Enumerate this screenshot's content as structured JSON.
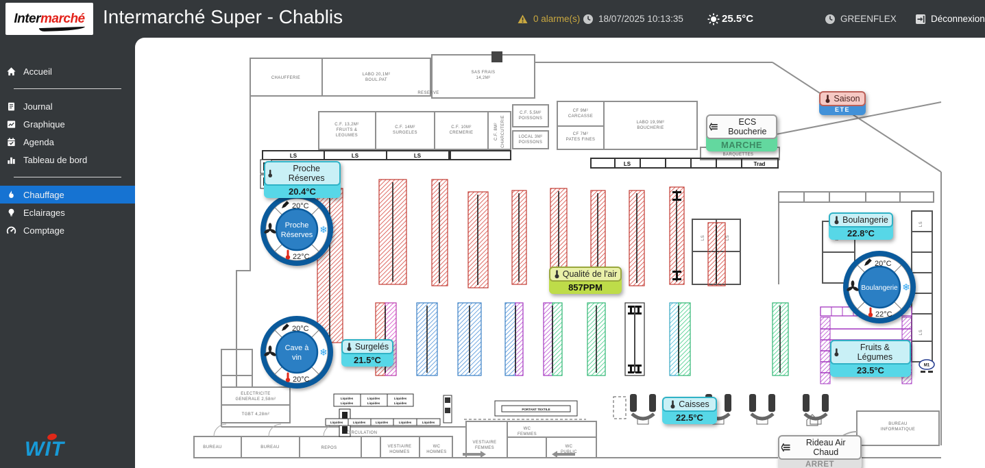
{
  "header": {
    "logo_black": "Inter",
    "logo_red": "marché",
    "title": "Intermarché Super - Chablis",
    "alarms": "0 alarme(s)",
    "datetime": "18/07/2025 10:13:35",
    "outdoor_temp": "25.5°C",
    "account": "GREENFLEX",
    "logout": "Déconnexion"
  },
  "sidebar": {
    "items": [
      {
        "label": "Accueil"
      },
      {
        "label": "Journal"
      },
      {
        "label": "Graphique"
      },
      {
        "label": "Agenda"
      },
      {
        "label": "Tableau de bord"
      },
      {
        "label": "Chauffage",
        "active": true
      },
      {
        "label": "Eclairages"
      },
      {
        "label": "Comptage"
      }
    ],
    "footer_logo": "WIT"
  },
  "sensors": {
    "saison": {
      "label": "Saison",
      "value": "ETE"
    },
    "ecs_boucherie": {
      "label": "ECS Boucherie",
      "value": "MARCHE"
    },
    "proche_reserves": {
      "label": "Proche Réserves",
      "value": "20.4°C"
    },
    "boulangerie": {
      "label": "Boulangerie",
      "value": "22.8°C"
    },
    "qualite_air": {
      "label": "Qualité de l'air",
      "value": "857PPM"
    },
    "surgeles": {
      "label": "Surgelés",
      "value": "21.5°C"
    },
    "fruits_legumes": {
      "label": "Fruits & Légumes",
      "value": "23.5°C"
    },
    "caisses": {
      "label": "Caisses",
      "value": "22.5°C"
    },
    "rideau_air_chaud": {
      "label": "Rideau Air Chaud",
      "value": "ARRET"
    }
  },
  "dials": [
    {
      "name1": "Proche",
      "name2": "Réserves",
      "setpoint": "20°C",
      "temp": "22°C"
    },
    {
      "name1": "Cave à",
      "name2": "vin",
      "setpoint": "20°C",
      "temp": "20°C"
    },
    {
      "name1": "Boulangerie",
      "setpoint": "20°C",
      "temp": "22°C"
    }
  ],
  "plan": {
    "chaufferie": "CHAUFFERIE",
    "labo_boulpat_1": "LABO 20,1M²",
    "labo_boulpat_2": "BOUL.PAT",
    "sas_frais_1": "SAS FRAIS",
    "sas_frais_2": "14,2M²",
    "reserve": "RESERVE",
    "cf_fruits_1": "C.F. 13,2M²",
    "cf_fruits_2": "FRUITS &",
    "cf_fruits_3": "LEGUMES",
    "cf_surgeles_1": "C.F. 14M²",
    "cf_surgeles_2": "SURGELES",
    "cf_cremerie_1": "C.F. 10M²",
    "cf_cremerie_2": "CREMERIE",
    "charcuterie_1": "C.F. 8M²",
    "charcuterie_2": "CHARCUTERIE",
    "cf_poissons_1": "C.F. 5,5M²",
    "cf_poissons_2": "POISSONS",
    "local_poissons_1": "LOCAL 3M²",
    "local_poissons_2": "POISSONS",
    "carcasse_1": "CF 9M²",
    "carcasse_2": "CARCASSE",
    "pates_fines_1": "CF 7M²",
    "pates_fines_2": "PATES FINES",
    "labo_boucherie_1": "LABO 19,9M²",
    "labo_boucherie_2": "BOUCHERIE",
    "barquettes": "BARQUETTES",
    "ls": "LS",
    "trad": "Trad",
    "liquides": "Liquides",
    "portant": "PORTANT TEXTILE",
    "circulation": "CIRCULATION",
    "bureau": "BUREAU",
    "repos": "REPOS",
    "vestiaire_1": "VESTIAIRE",
    "hommes": "HOMMES",
    "femmes": "FEMMES",
    "wc": "WC",
    "public": "PUBLIC",
    "electricite_1": "ELECTRICITE",
    "electricite_2": "GENERALE 2,58m²",
    "tgbt": "TGBT 4,28m²",
    "bureau_info_1": "BUREAU",
    "bureau_info_2": "INFORMATIQUE",
    "m1": "M1"
  }
}
